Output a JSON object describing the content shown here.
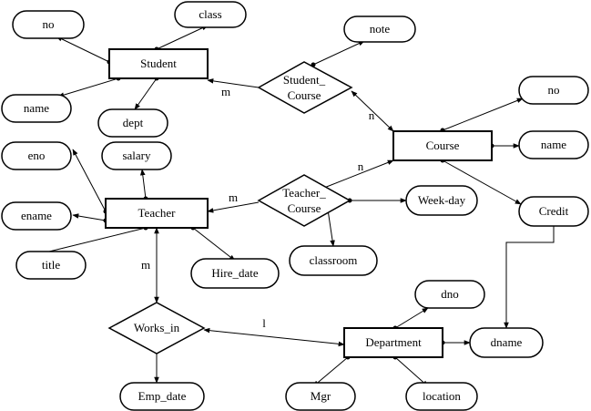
{
  "diagram": {
    "entities": {
      "student": "Student",
      "course": "Course",
      "teacher": "Teacher",
      "department": "Department"
    },
    "relationships": {
      "student_course": [
        "Student_",
        "Course"
      ],
      "teacher_course": [
        "Teacher_",
        "Course"
      ],
      "works_in": "Works_in"
    },
    "attributes": {
      "student_no": "no",
      "student_class": "class",
      "student_name": "name",
      "student_dept": "dept",
      "sc_note": "note",
      "course_no": "no",
      "course_name": "name",
      "course_credit": "Credit",
      "teacher_eno": "eno",
      "teacher_salary": "salary",
      "teacher_ename": "ename",
      "teacher_title": "title",
      "teacher_hire_date": "Hire_date",
      "tc_weekday": "Week-day",
      "tc_classroom": "classroom",
      "dept_dno": "dno",
      "dept_dname": "dname",
      "dept_mgr": "Mgr",
      "dept_location": "location",
      "works_emp_date": "Emp_date"
    },
    "cardinalities": {
      "student_sc": "m",
      "sc_course": "n",
      "course_tc": "n",
      "tc_teacher": "m",
      "teacher_works": "m",
      "works_department": "l"
    }
  }
}
